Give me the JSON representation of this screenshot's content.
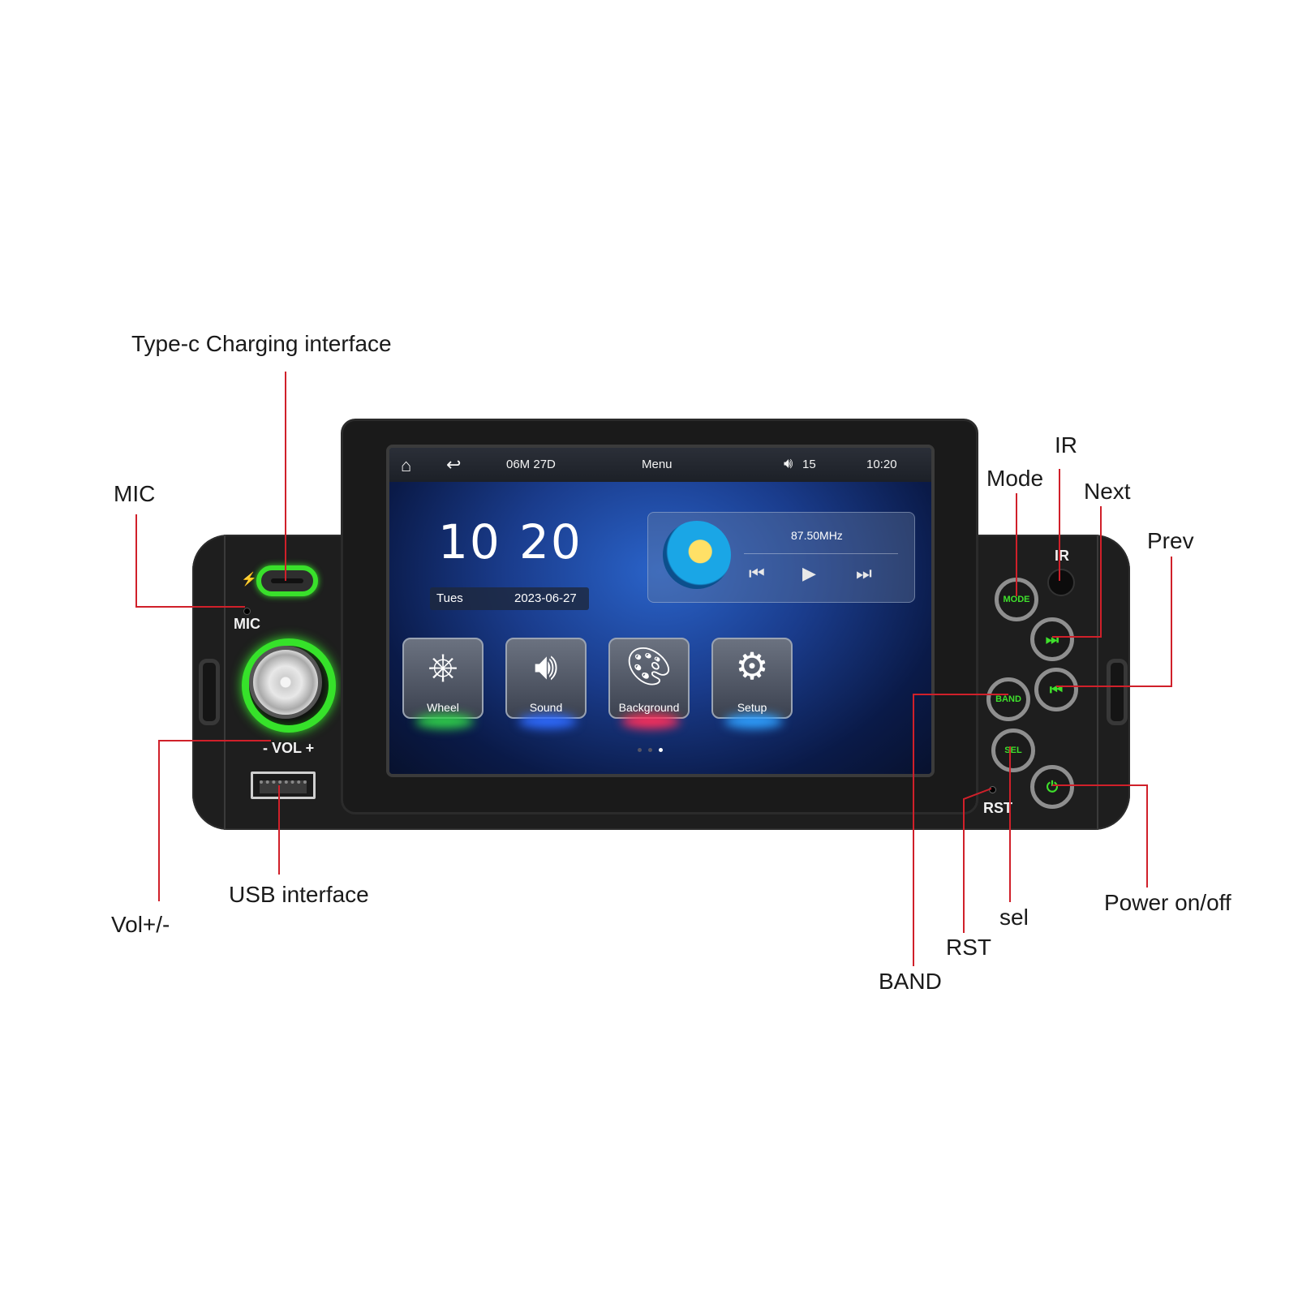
{
  "callouts": {
    "typec": "Type-c Charging interface",
    "mic": "MIC",
    "vol": "Vol+/-",
    "usb": "USB interface",
    "mode": "Mode",
    "ir": "IR",
    "next": "Next",
    "prev": "Prev",
    "band": "BAND",
    "rst": "RST",
    "sel": "sel",
    "power": "Power on/off"
  },
  "panel": {
    "mic_label": "MIC",
    "vol_label": "- VOL +",
    "ir_label": "IR",
    "rst_label": "RST",
    "mode_btn": "MODE",
    "band_btn": "BAND",
    "sel_btn": "SEL"
  },
  "screen": {
    "status": {
      "date": "06M 27D",
      "title": "Menu",
      "volume": "15",
      "time": "10:20"
    },
    "clock": {
      "hour": "10",
      "minute": "20"
    },
    "day": "Tues",
    "date": "2023-06-27",
    "radio": {
      "frequency": "87.50MHz"
    },
    "apps": [
      {
        "label": "Wheel",
        "icon": "steering-wheel-icon",
        "glow": "#2fd14a"
      },
      {
        "label": "Sound",
        "icon": "speaker-icon",
        "glow": "#2f6bff"
      },
      {
        "label": "Background",
        "icon": "palette-icon",
        "glow": "#ff2f5a"
      },
      {
        "label": "Setup",
        "icon": "gear-icon",
        "glow": "#2fa0ff"
      }
    ],
    "page_indicator": {
      "pages": 3,
      "current": 3
    }
  },
  "colors": {
    "accent_green": "#39e02b",
    "callout_line": "#d0202a",
    "chassis": "#1e1e1e"
  }
}
